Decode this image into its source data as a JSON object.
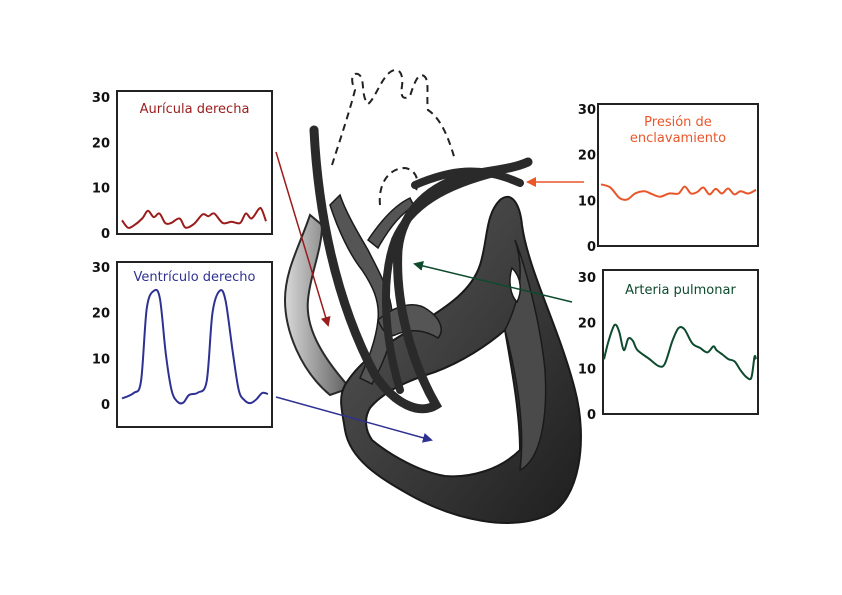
{
  "panels": [
    {
      "key": "ra",
      "title": [
        "Aurícula derecha"
      ],
      "color": "#9b1c1c",
      "ticks": [
        "30",
        "20",
        "10",
        "0"
      ],
      "range": [
        0,
        30
      ],
      "trace": [
        [
          0,
          2.8
        ],
        [
          0.04,
          1.2
        ],
        [
          0.08,
          1.6
        ],
        [
          0.14,
          3.2
        ],
        [
          0.18,
          4.9
        ],
        [
          0.22,
          3.5
        ],
        [
          0.26,
          4.3
        ],
        [
          0.3,
          2.2
        ],
        [
          0.34,
          2.2
        ],
        [
          0.4,
          3.2
        ],
        [
          0.44,
          1.2
        ],
        [
          0.5,
          2
        ],
        [
          0.56,
          4.1
        ],
        [
          0.6,
          3.7
        ],
        [
          0.64,
          4.3
        ],
        [
          0.7,
          2.2
        ],
        [
          0.76,
          2.5
        ],
        [
          0.82,
          2.2
        ],
        [
          0.86,
          4.3
        ],
        [
          0.9,
          3.2
        ],
        [
          0.95,
          5.3
        ],
        [
          0.97,
          5.2
        ],
        [
          1,
          2.6
        ]
      ]
    },
    {
      "key": "rv",
      "title": [
        "Ventrículo derecho"
      ],
      "color": "#2e3192",
      "ticks": [
        "30",
        "20",
        "10",
        "0"
      ],
      "range": [
        0,
        30
      ],
      "trace": [
        [
          0,
          1.2
        ],
        [
          0.08,
          2.4
        ],
        [
          0.13,
          5
        ],
        [
          0.17,
          21
        ],
        [
          0.22,
          24.8
        ],
        [
          0.26,
          23
        ],
        [
          0.3,
          11
        ],
        [
          0.34,
          3
        ],
        [
          0.38,
          0.5
        ],
        [
          0.42,
          0.3
        ],
        [
          0.46,
          2
        ],
        [
          0.52,
          2.5
        ],
        [
          0.58,
          5
        ],
        [
          0.62,
          20
        ],
        [
          0.67,
          24.8
        ],
        [
          0.71,
          22.5
        ],
        [
          0.76,
          11
        ],
        [
          0.8,
          3
        ],
        [
          0.84,
          0.8
        ],
        [
          0.88,
          0.2
        ],
        [
          0.92,
          1
        ],
        [
          0.96,
          2.4
        ],
        [
          1,
          2.2
        ]
      ]
    },
    {
      "key": "pcwp",
      "title": [
        "Presión de",
        "enclavamiento"
      ],
      "color": "#e8562a",
      "ticks": [
        "30",
        "20",
        "10",
        "0"
      ],
      "range": [
        0,
        30
      ],
      "trace": [
        [
          0,
          13.5
        ],
        [
          0.06,
          12.8
        ],
        [
          0.12,
          10.5
        ],
        [
          0.17,
          10.2
        ],
        [
          0.22,
          11.5
        ],
        [
          0.28,
          12
        ],
        [
          0.32,
          11.5
        ],
        [
          0.38,
          10.8
        ],
        [
          0.44,
          11.5
        ],
        [
          0.5,
          11.5
        ],
        [
          0.54,
          13
        ],
        [
          0.58,
          11.5
        ],
        [
          0.62,
          11.8
        ],
        [
          0.66,
          12.8
        ],
        [
          0.7,
          11.3
        ],
        [
          0.74,
          12.5
        ],
        [
          0.78,
          11.5
        ],
        [
          0.82,
          12.6
        ],
        [
          0.86,
          11.3
        ],
        [
          0.9,
          12
        ],
        [
          0.95,
          11.5
        ],
        [
          1,
          12.3
        ]
      ]
    },
    {
      "key": "pa",
      "title": [
        "Arteria pulmonar"
      ],
      "color": "#0d4a2e",
      "ticks": [
        "30",
        "20",
        "10",
        "0"
      ],
      "range": [
        0,
        30
      ],
      "trace": [
        [
          0,
          12
        ],
        [
          0.03,
          16
        ],
        [
          0.07,
          19.5
        ],
        [
          0.1,
          18
        ],
        [
          0.13,
          14
        ],
        [
          0.16,
          16.5
        ],
        [
          0.19,
          16
        ],
        [
          0.22,
          14
        ],
        [
          0.3,
          12
        ],
        [
          0.36,
          10.5
        ],
        [
          0.4,
          11
        ],
        [
          0.45,
          16
        ],
        [
          0.49,
          18.8
        ],
        [
          0.53,
          18.5
        ],
        [
          0.58,
          15.5
        ],
        [
          0.63,
          14.5
        ],
        [
          0.68,
          13.5
        ],
        [
          0.72,
          14.8
        ],
        [
          0.74,
          14
        ],
        [
          0.78,
          13
        ],
        [
          0.82,
          12
        ],
        [
          0.86,
          11.5
        ],
        [
          0.9,
          9.5
        ],
        [
          0.94,
          8
        ],
        [
          0.97,
          8
        ],
        [
          0.99,
          12.5
        ],
        [
          1,
          12
        ]
      ]
    }
  ],
  "colors": {
    "heart_dark": "#3b3b3b",
    "heart_mid": "#6e6e6e",
    "catheter": "#2a2a2a"
  }
}
